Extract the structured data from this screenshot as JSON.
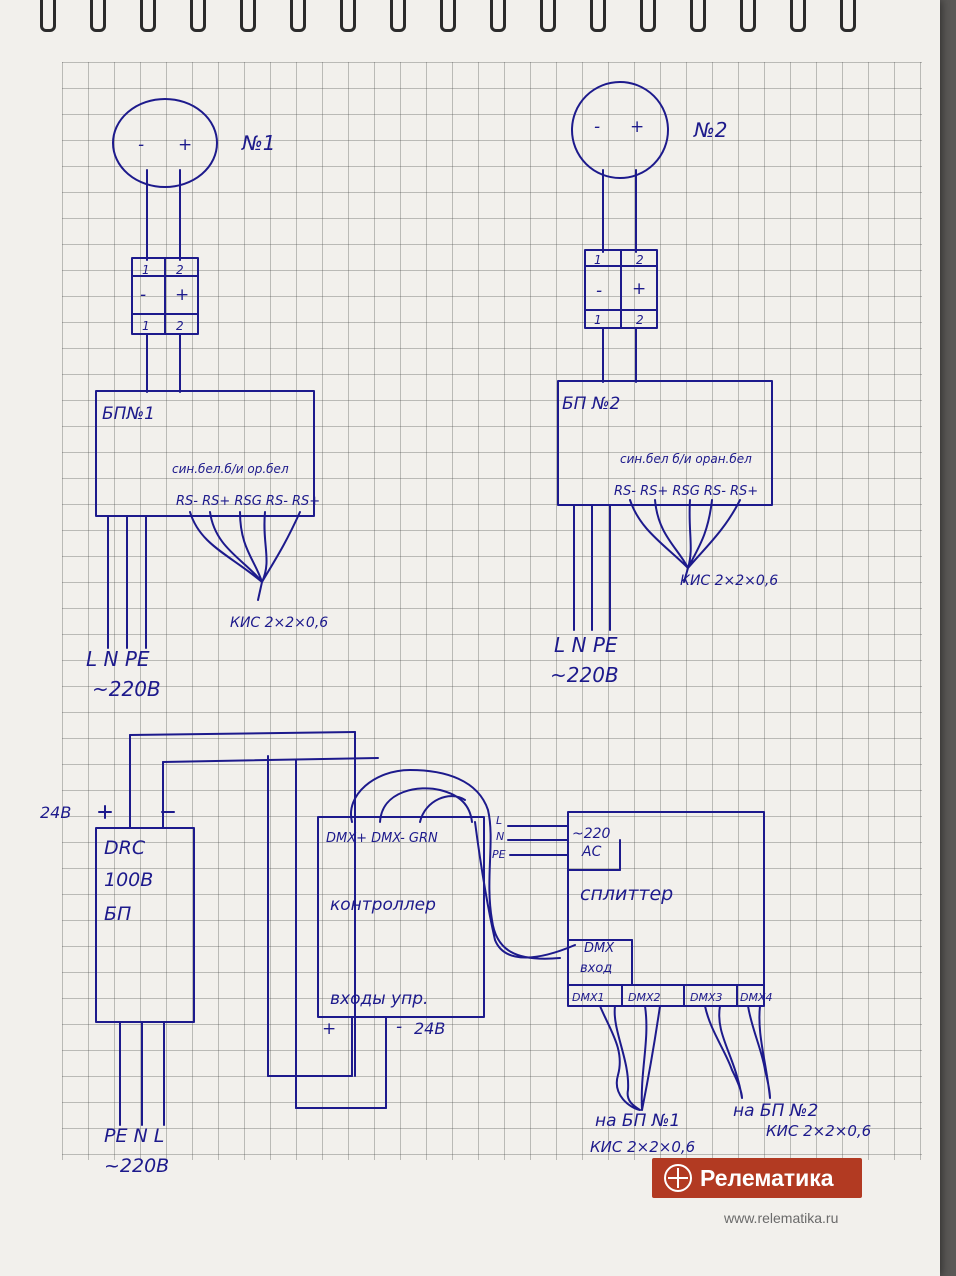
{
  "colors": {
    "ink": "#1d1a8c",
    "paper": "#f2f0ec",
    "brand": "#b23a22",
    "background": "#5a5856"
  },
  "lamp1": {
    "minus": "-",
    "plus": "+",
    "label": "№1"
  },
  "lamp2": {
    "minus": "-",
    "plus": "+",
    "label": "№2"
  },
  "term1": {
    "top1": "1",
    "top2": "2",
    "mid_minus": "-",
    "mid_plus": "+",
    "bot1": "1",
    "bot2": "2"
  },
  "term2": {
    "top1": "1",
    "top2": "2",
    "mid_minus": "-",
    "mid_plus": "+",
    "bot1": "1",
    "bot2": "2"
  },
  "psu1": {
    "title": "БП№1",
    "colors": "син.бел.б/и ор.бел",
    "pins": "RS- RS+ RSG RS- RS+",
    "mains": "L N PE",
    "voltage": "~220В",
    "cable": "КИС 2×2×0,6"
  },
  "psu2": {
    "title": "БП №2",
    "colors": "син.бел б/и оран.бел",
    "pins": "RS- RS+ RSG RS- RS+",
    "mains": "L N PE",
    "voltage": "~220В",
    "cable": "КИС 2×2×0,6"
  },
  "drc": {
    "line1": "DRC",
    "line2": "100В",
    "line3": "БП",
    "v24": "24В",
    "plus": "+",
    "minus": "-",
    "mains": "PE N L",
    "voltage": "~220В"
  },
  "controller": {
    "ports": "DMX+ DMX- GRN",
    "title": "контроллер",
    "inputs": "входы упр.",
    "plus": "+",
    "minus": "-",
    "v24": "24В",
    "lbl_l": "L",
    "lbl_n": "N",
    "lbl_pe": "PE"
  },
  "splitter": {
    "ac1": "~220",
    "ac2": "AC",
    "title": "сплиттер",
    "in1": "DMX",
    "in2": "вход",
    "out1": "DMX1",
    "out2": "DMX2",
    "out3": "DMX3",
    "out4": "DMX4"
  },
  "notes": {
    "to_psu1": "на БП №1",
    "cable_psu1": "КИС 2×2×0,6",
    "to_psu2": "на БП №2",
    "cable_psu2": "КИС 2×2×0,6"
  },
  "brand": {
    "name": "Релематика",
    "url": "www.relematika.ru"
  }
}
